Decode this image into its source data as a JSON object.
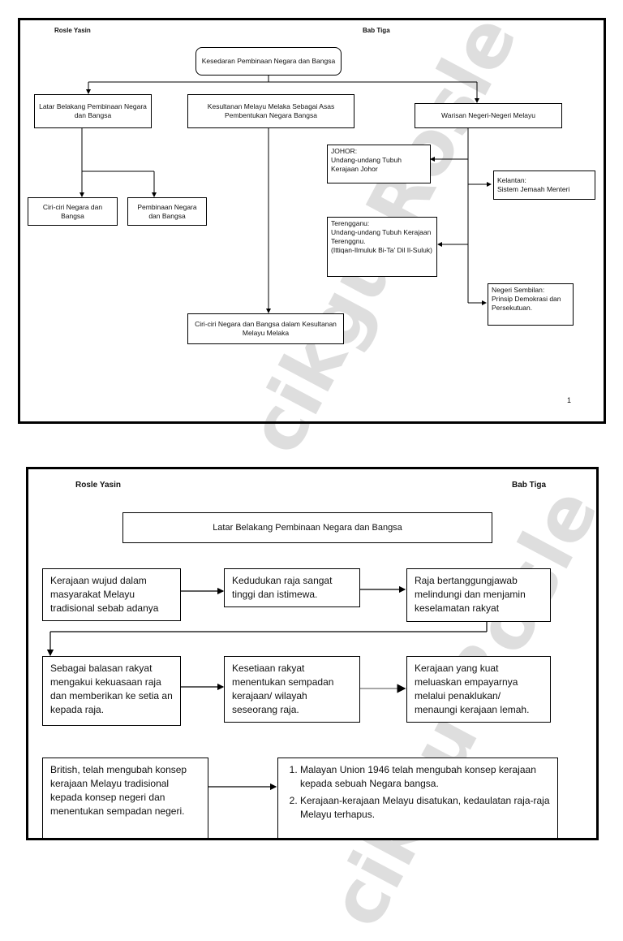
{
  "page1": {
    "author": "Rosle Yasin",
    "chapter": "Bab Tiga",
    "root": "Kesedaran Pembinaan Negara dan Bangsa",
    "branch_left": "Latar Belakang Pembinaan Negara dan Bangsa",
    "branch_mid": "Kesultanan Melayu Melaka Sebagai Asas Pembentukan Negara Bangsa",
    "branch_right": "Warisan Negeri-Negeri Melayu",
    "sub_ciri": "Ciri-ciri Negara dan Bangsa",
    "sub_pembinaan": "Pembinaan Negara dan Bangsa",
    "johor": "JOHOR:\nUndang-undang Tubuh Kerajaan Johor",
    "kelantan": "Kelantan:\nSistem Jemaah Menteri",
    "terengganu": "Terengganu:\nUndang-undang Tubuh Kerajaan Terenggnu.\n(Ittiqan-Ilmuluk Bi-Ta' Dil Il-Suluk)",
    "negeri_sembilan": "Negeri Sembilan:\nPrinsip Demokrasi dan Persekutuan.",
    "ciri_melaka": "Ciri-ciri Negara dan Bangsa dalam Kesultanan Melayu Melaka",
    "page_number": "1",
    "watermark": "cikgu Rosle"
  },
  "page2": {
    "author": "Rosle Yasin",
    "chapter": "Bab Tiga",
    "title": "Latar Belakang Pembinaan Negara dan Bangsa",
    "row1": [
      "Kerajaan wujud dalam masyarakat Melayu tradisional sebab adanya",
      "Kedudukan raja sangat tinggi dan istimewa.",
      "Raja bertanggungjawab melindungi dan menjamin keselamatan rakyat"
    ],
    "row2": [
      "Sebagai balasan rakyat mengakui kekuasaan raja dan memberikan ke setia an kepada raja.",
      "Kesetiaan rakyat menentukan sempadan kerajaan/ wilayah seseorang raja.",
      "Kerajaan yang kuat meluaskan empayarnya melalui penaklukan/ menaungi kerajaan lemah."
    ],
    "british": "British, telah mengubah konsep kerajaan Melayu tradisional kepada konsep negeri dan menentukan sempadan negeri.",
    "list": [
      "Malayan Union 1946 telah mengubah konsep kerajaan kepada sebuah Negara bangsa.",
      "Kerajaan-kerajaan Melayu disatukan, kedaulatan raja-raja Melayu terhapus."
    ],
    "watermark": "cikgu Rosle"
  }
}
